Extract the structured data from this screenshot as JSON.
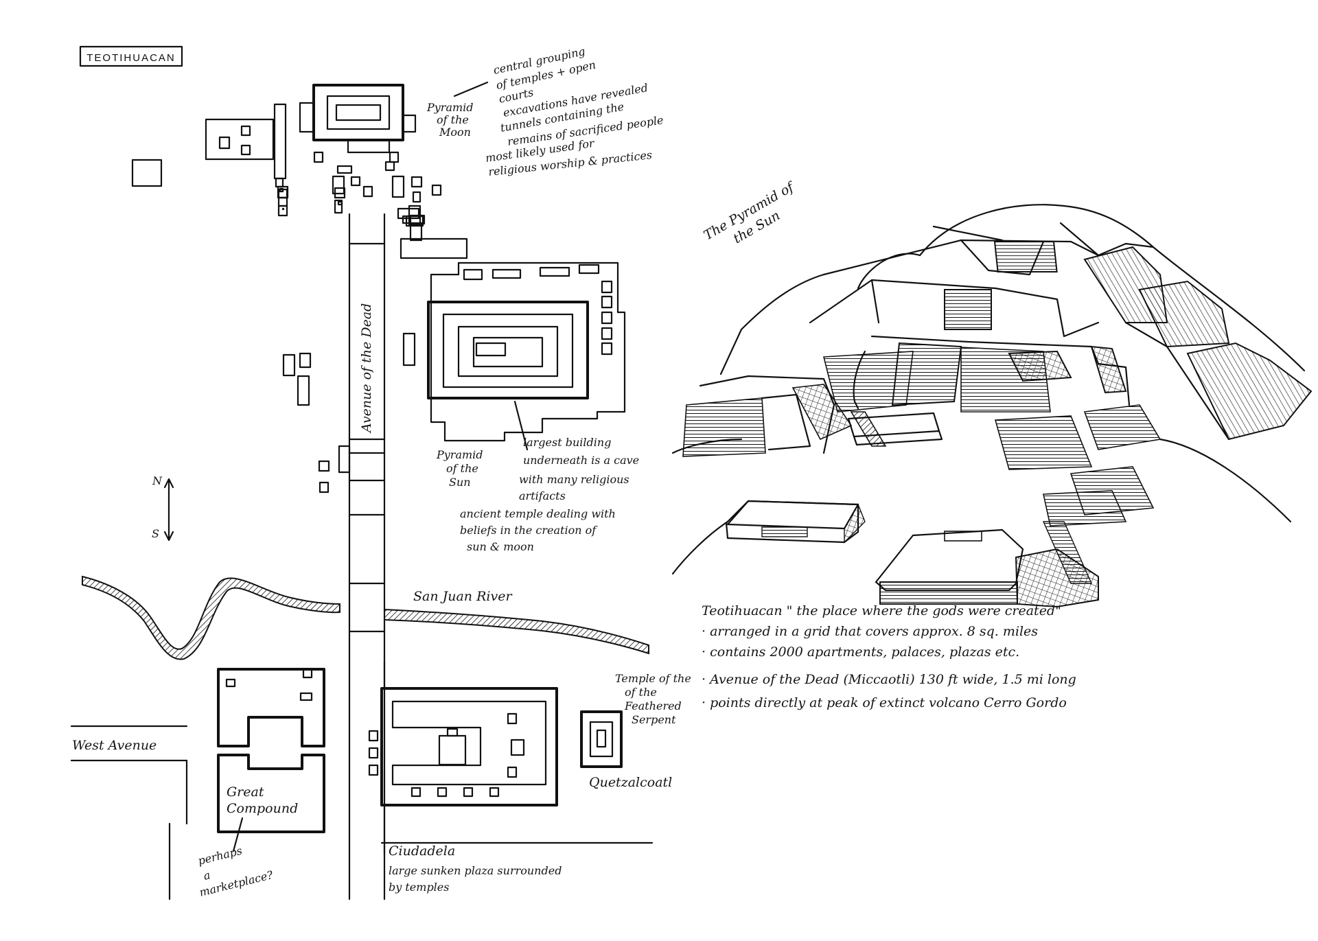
{
  "title": "TEOTIHUACAN",
  "map": {
    "moon_label": [
      "Pyramid",
      "of the",
      "Moon"
    ],
    "moon_notes": [
      "central grouping",
      "of temples + open",
      "courts",
      "excavations have revealed",
      "tunnels containing the",
      "remains of sacrificed people",
      "most likely used for",
      "religious worship & practices"
    ],
    "avenue_label": "Avenue of the Dead",
    "sun_label": [
      "Pyramid",
      "of the",
      "Sun"
    ],
    "sun_notes": [
      "largest building",
      "underneath is a cave",
      "with many religious",
      "artifacts",
      "ancient temple dealing with",
      "beliefs in the creation of",
      "sun & moon"
    ],
    "compass_n": "N",
    "compass_s": "S",
    "river_label": "San Juan River",
    "west_avenue_label": "West Avenue",
    "great_compound_label": [
      "Great",
      "Compound"
    ],
    "great_compound_note": [
      "perhaps",
      "a",
      "marketplace?"
    ],
    "ciudadela_label": "Ciudadela",
    "ciudadela_note": [
      "large sunken plaza surrounded",
      "by temples"
    ],
    "temple_label": [
      "Temple of the",
      "of the",
      "Feathered",
      "Serpent"
    ],
    "quetzalcoatl_label": "Quetzalcoatl"
  },
  "sketch": {
    "title": [
      "The Pyramid of",
      "the Sun"
    ],
    "notes": [
      "Teotihuacan \" the place where the gods were created\"",
      "· arranged in a grid that covers approx. 8 sq. miles",
      "· contains 2000 apartments, palaces, plazas etc.",
      "· Avenue of the Dead (Miccaotli) 130 ft wide, 1.5 mi long",
      "· points directly at peak of extinct volcano Cerro Gordo"
    ]
  }
}
